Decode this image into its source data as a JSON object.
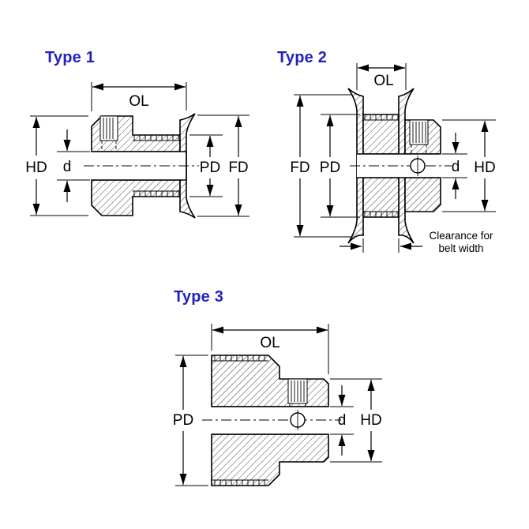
{
  "page": {
    "background": "#ffffff",
    "title_color": "#2222c0",
    "line_color": "#000000"
  },
  "type1": {
    "title": "Type 1",
    "labels": {
      "ol": "OL",
      "hd": "HD",
      "d": "d",
      "pd": "PD",
      "fd": "FD"
    }
  },
  "type2": {
    "title": "Type 2",
    "labels": {
      "ol": "OL",
      "fd": "FD",
      "pd": "PD",
      "d": "d",
      "hd": "HD"
    },
    "note": "Clearance for belt width"
  },
  "type3": {
    "title": "Type 3",
    "labels": {
      "ol": "OL",
      "pd": "PD",
      "d": "d",
      "hd": "HD"
    }
  }
}
